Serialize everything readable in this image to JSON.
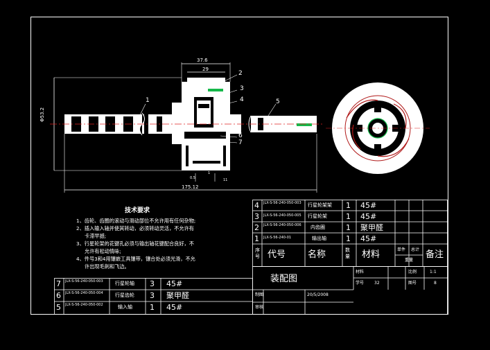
{
  "colors": {
    "background": "#000000",
    "line": "#ffffff",
    "center_line": "#e02020",
    "accent_green": "#16b84a",
    "hatch": "#b01818"
  },
  "drawing": {
    "part_balloons": [
      "1",
      "2",
      "3",
      "4",
      "5",
      "6",
      "7"
    ],
    "dimensions": {
      "width_top": "37.6",
      "width_inner": "29",
      "overall_length": "175.12",
      "diameter": "Φ53.2",
      "small_a": "0.5",
      "small_b": "11",
      "small_c": "1"
    }
  },
  "tech_requirements": {
    "title": "技术要求",
    "items": [
      "1、齿轮、齿圈的滚动与滑动部位不允许用有任何杂物;",
      "2、插入输入轴并使其转动，必须转动灵活，不允许有",
      "卡滞早撼;",
      "3、行星轮架的花键孔必须与输出轴花键配合良好，不",
      "允许有松动情咏;",
      "4、件号3和4用镶嵌工具镶带，镶合处必须光滑，不允",
      "许出现毛刺和飞边。"
    ]
  },
  "bom_upper": [
    {
      "seq": "4",
      "code": "JLX-S-56-240-050-003",
      "name": "行星轮架架",
      "qty": "1",
      "material": "45#"
    },
    {
      "seq": "3",
      "code": "JLX-S-56-240-050-005",
      "name": "行星轮架",
      "qty": "1",
      "material": "45#"
    },
    {
      "seq": "2",
      "code": "JLX-S-56-240-050-006",
      "name": "内齿圈",
      "qty": "1",
      "material": "聚甲醛"
    },
    {
      "seq": "1",
      "code": "JLX-S-56-240-01",
      "name": "输出轴",
      "qty": "1",
      "material": "45#"
    }
  ],
  "bom_lower": [
    {
      "seq": "7",
      "code": "JLX-S-56-240-050-003",
      "name": "行星轮轴",
      "qty": "3",
      "material": "45#"
    },
    {
      "seq": "6",
      "code": "JLX-S-56-240-050-004",
      "name": "行星齿轮",
      "qty": "3",
      "material": "聚甲醛"
    },
    {
      "seq": "5",
      "code": "JLX-S-56-240-050-002",
      "name": "输入轴",
      "qty": "1",
      "material": "45#"
    }
  ],
  "bom_header": {
    "seq": "序号",
    "code": "代号",
    "name": "名称",
    "qty": "数量",
    "material": "材料",
    "unit_weight": "单件",
    "total_weight": "总计",
    "weight": "重量",
    "remark": "备注"
  },
  "title_block": {
    "drawing_name": "装配图",
    "scale_label": "比例",
    "scale_value": "1:1",
    "material_label": "材料",
    "student_no_label": "学号",
    "student_no_value": "32",
    "sheet_label": "图号",
    "sheet_value": "8",
    "drawn_label": "制图",
    "date_value": "20/5/2008",
    "checked_label": "审核"
  }
}
